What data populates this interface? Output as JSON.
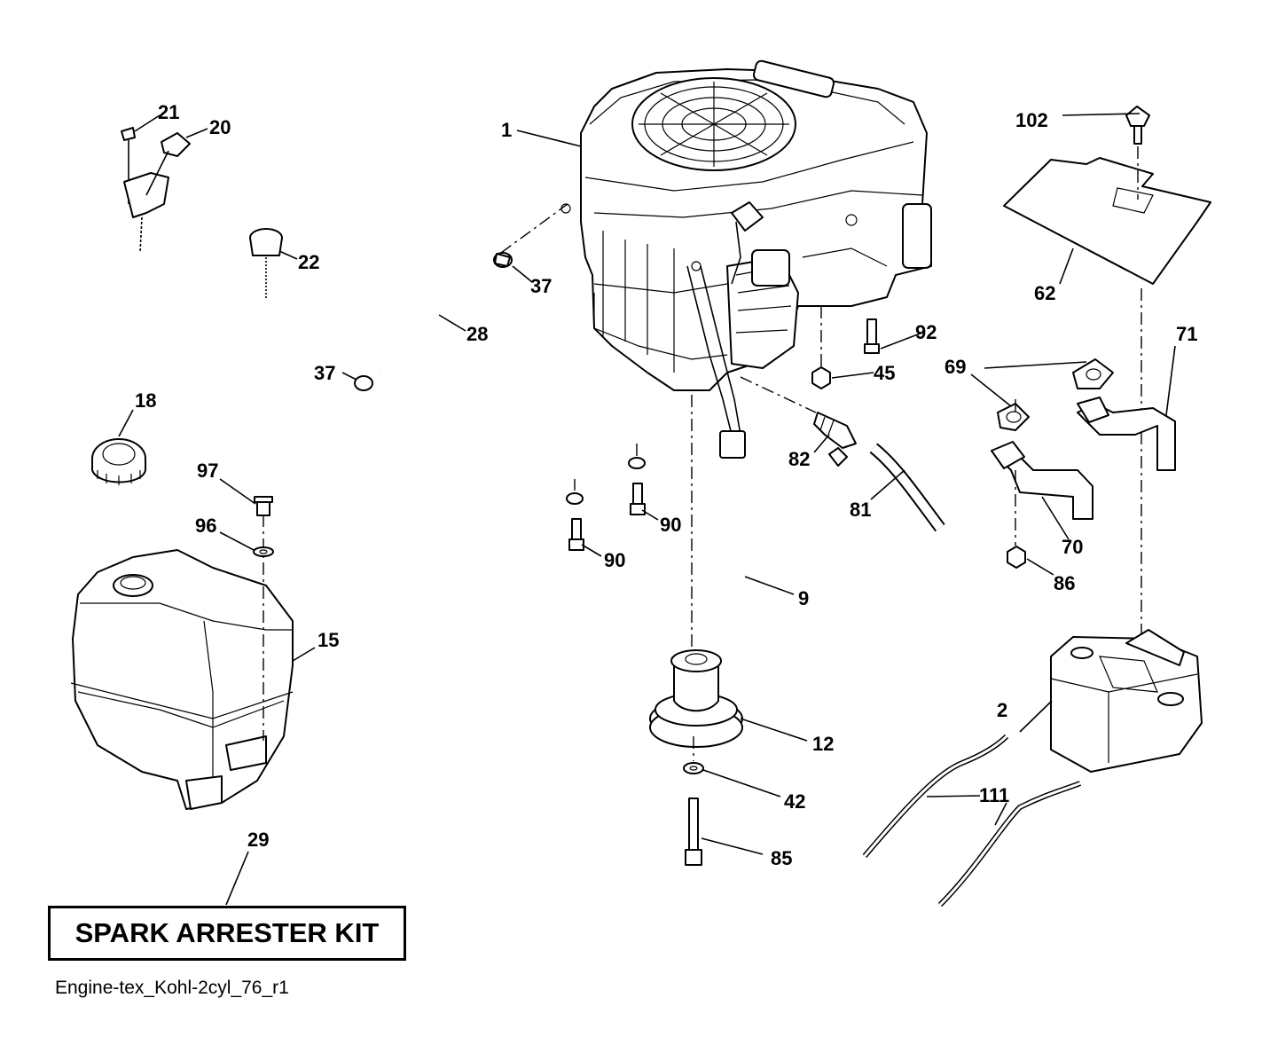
{
  "labels": {
    "l1": "1",
    "l2": "2",
    "l9": "9",
    "l12": "12",
    "l15": "15",
    "l18": "18",
    "l20": "20",
    "l21": "21",
    "l22": "22",
    "l28": "28",
    "l29": "29",
    "l37a": "37",
    "l37b": "37",
    "l42": "42",
    "l45": "45",
    "l62": "62",
    "l69": "69",
    "l70": "70",
    "l71": "71",
    "l81": "81",
    "l82": "82",
    "l85": "85",
    "l86": "86",
    "l90a": "90",
    "l90b": "90",
    "l92": "92",
    "l96": "96",
    "l97": "97",
    "l102": "102",
    "l111": "111"
  },
  "kit_label": "SPARK ARRESTER KIT",
  "drawing_id": "Engine-tex_Kohl-2cyl_76_r1"
}
